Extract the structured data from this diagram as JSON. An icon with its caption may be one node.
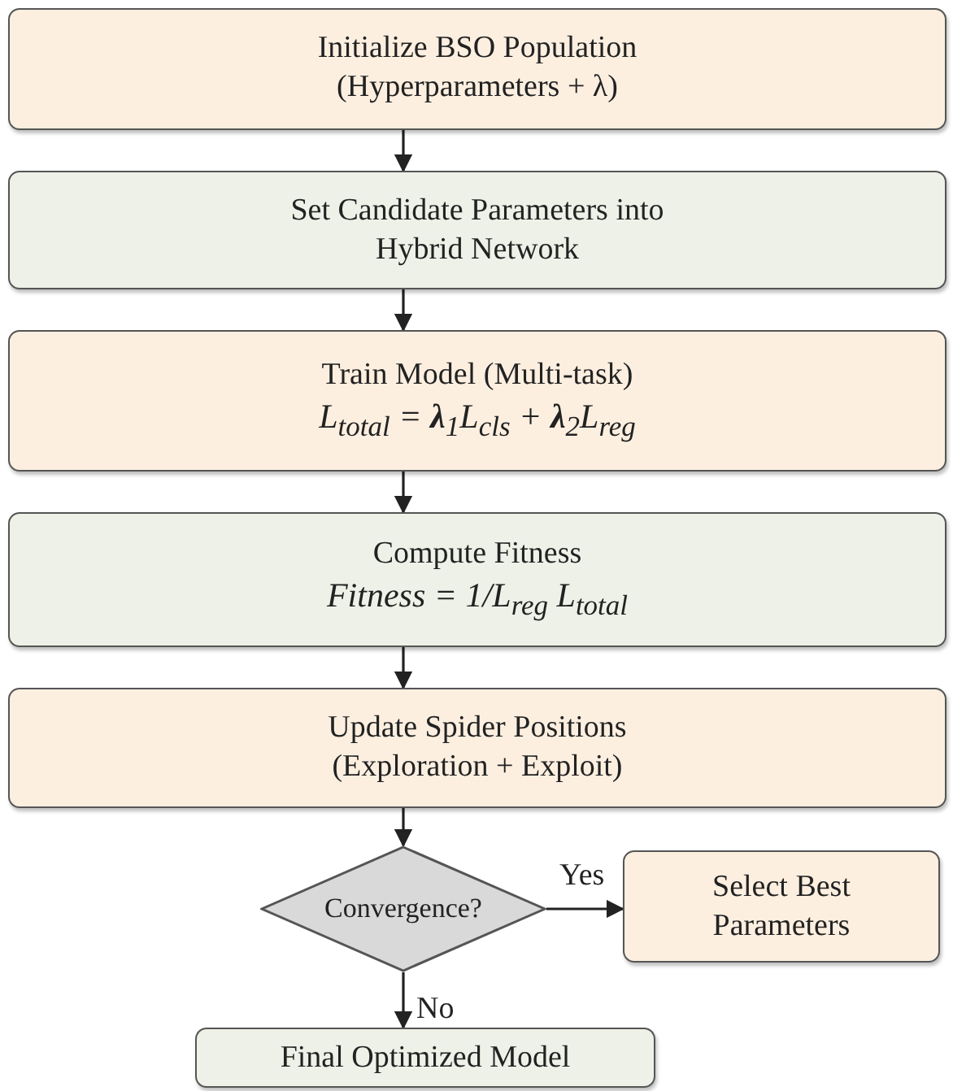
{
  "diagram": {
    "nodes": [
      {
        "text": [
          "Initialize BSO Population",
          "(Hyperparameters + λ)"
        ]
      },
      {
        "text": [
          "Set Candidate Parameters into Hybrid Network"
        ]
      },
      {
        "text": [
          "Train Model (Multi-task)",
          "L$_{total}$ = **λ**$_{1}$L$_{cls}$ + **λ**$_{2}$L$_{reg}$"
        ]
      },
      {
        "text": [
          "Compute Fitness",
          "Fitness = 1/L$_{reg}$ L$_{total}$"
        ]
      },
      {
        "text": [
          "Update Spider Positions",
          "(Exploration + Exploit)"
        ]
      },
      {
        "text": [
          "Convergence?"
        ]
      },
      {
        "text": [
          "Select Best Parameters"
        ]
      },
      {
        "text": [
          "Final Optimized Model"
        ]
      }
    ],
    "edges": [
      {
        "from": 0,
        "to": 1,
        "arrow": "to"
      },
      {
        "from": 1,
        "to": 2,
        "arrow": "to"
      },
      {
        "from": 2,
        "to": 3,
        "arrow": "to"
      },
      {
        "from": 3,
        "to": 4,
        "arrow": "to"
      },
      {
        "from": 4,
        "to": 5,
        "arrow": "to"
      },
      {
        "from": 5,
        "to": 6,
        "arrow": "to",
        "label": "Yes"
      },
      {
        "from": 5,
        "to": 7,
        "arrow": "to",
        "label": "No"
      }
    ]
  }
}
